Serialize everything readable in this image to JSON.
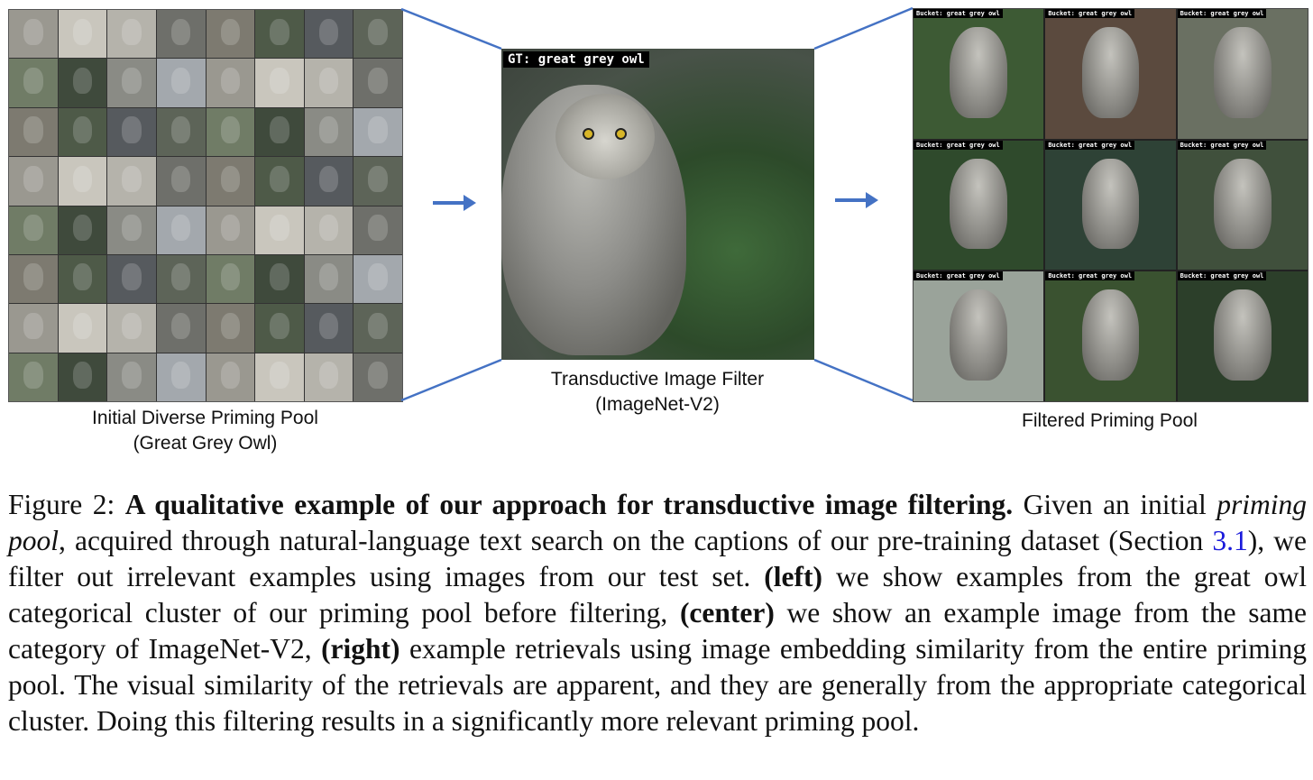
{
  "left_panel": {
    "caption_line1": "Initial Diverse Priming Pool",
    "caption_line2": "(Great Grey Owl)"
  },
  "center_panel": {
    "gt_label": "GT: great grey owl",
    "caption_line1": "Transductive Image Filter",
    "caption_line2": "(ImageNet-V2)"
  },
  "right_panel": {
    "bucket_label": "Bucket: great grey owl",
    "caption": "Filtered Priming Pool"
  },
  "colors": {
    "arrow": "#4472c4",
    "link": "#1a1adb"
  },
  "figure_caption": {
    "label": "Figure 2:",
    "title": "A qualitative example of our approach for transductive image filtering.",
    "text1": " Given an initial ",
    "priming_pool_italic": "priming pool",
    "text2": ", acquired through natural-language text search on the captions of our pre-training dataset (Section ",
    "section_ref": "3.1",
    "text3": "), we filter out irrelevant examples using images from our test set. ",
    "left_bold": "(left)",
    "text4": " we show examples from the great owl categorical cluster of our priming pool before filtering, ",
    "center_bold": "(center)",
    "text5": " we show an example image from the same category of ImageNet-V2, ",
    "right_bold": "(right)",
    "text6": " example retrievals using image embedding similarity from the entire priming pool. The visual similarity of the retrievals are apparent, and they are generally from the appropriate categorical cluster. Doing this filtering results in a significantly more relevant priming pool."
  }
}
